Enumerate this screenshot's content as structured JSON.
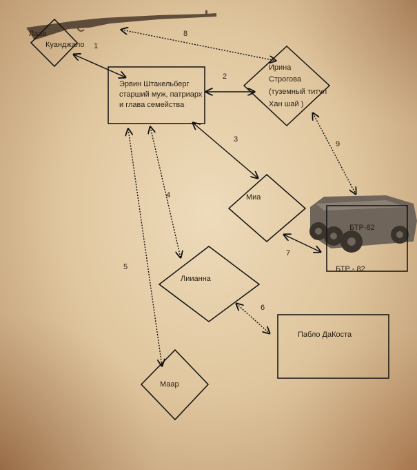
{
  "nodes": {
    "laav": {
      "line1": "Лаав",
      "line2": "Куанджало"
    },
    "ervin": {
      "line1": "Эрвин Штакельберг",
      "line2": "старший муж, патриарх",
      "line3": "и глава семейства"
    },
    "irina": {
      "line1": "Ирина",
      "line2": "Строгова",
      "line3": "(туземный титул",
      "line4": "Хан шай )"
    },
    "mia": {
      "label": "Миа"
    },
    "btr": {
      "label_top": "БТР-82",
      "label_bottom": "БТР - 82"
    },
    "lianna": {
      "label": "Лиианна"
    },
    "pablo": {
      "label": "Пабло ДаКоста"
    },
    "maar": {
      "label": "Маар"
    }
  },
  "connections": [
    {
      "label": "1",
      "style": "solid"
    },
    {
      "label": "2",
      "style": "solid"
    },
    {
      "label": "3",
      "style": "solid"
    },
    {
      "label": "4",
      "style": "dotted"
    },
    {
      "label": "5",
      "style": "dotted"
    },
    {
      "label": "6",
      "style": "dotted"
    },
    {
      "label": "7",
      "style": "solid"
    },
    {
      "label": "8",
      "style": "dotted"
    },
    {
      "label": "9",
      "style": "dotted"
    }
  ]
}
